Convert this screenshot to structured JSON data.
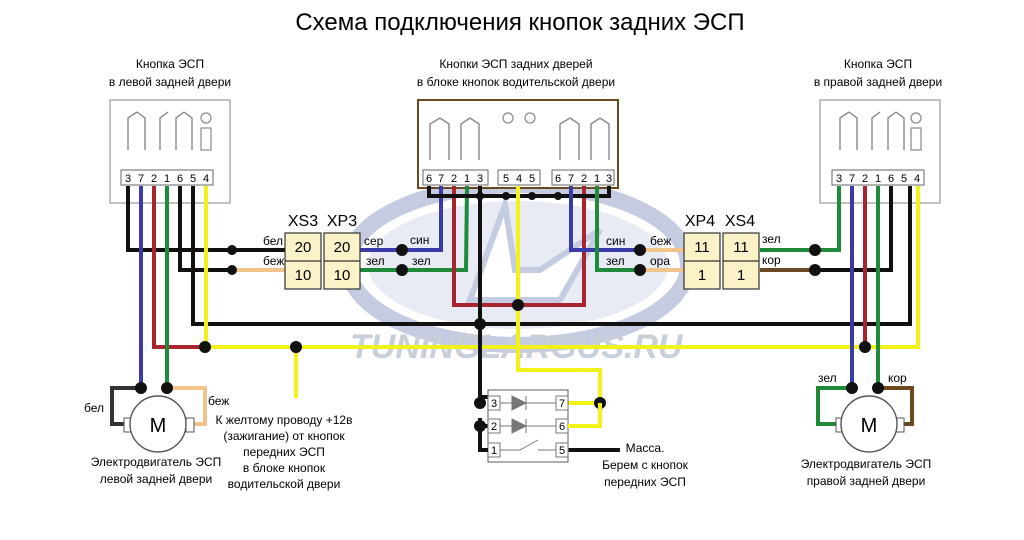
{
  "title": "Схема подключения кнопок задних ЭСП",
  "watermark": "TUNINGLARGUS.RU",
  "left_button": {
    "line1": "Кнопка ЭСП",
    "line2": "в левой задней двери",
    "pins": [
      "3",
      "7",
      "2",
      "1",
      "6",
      "5",
      "4"
    ]
  },
  "center_block": {
    "line1": "Кнопки ЭСП задних дверей",
    "line2": "в блоке кнопок водительской двери",
    "pins_left": [
      "6",
      "7",
      "2",
      "1",
      "3"
    ],
    "pins_mid": [
      "5",
      "4",
      "5"
    ],
    "pins_right": [
      "6",
      "7",
      "2",
      "1",
      "3"
    ]
  },
  "right_button": {
    "line1": "Кнопка ЭСП",
    "line2": "в правой задней двери",
    "pins": [
      "3",
      "7",
      "2",
      "1",
      "6",
      "5",
      "4"
    ]
  },
  "connectors": {
    "xs3": "XS3",
    "xp3": "XP3",
    "xp4": "XP4",
    "xs4": "XS4",
    "xs3_top": "20",
    "xs3_bot": "10",
    "xp3_top": "20",
    "xp3_bot": "10",
    "xp4_top": "11",
    "xp4_bot": "1",
    "xs4_top": "11",
    "xs4_bot": "1"
  },
  "wire_labels": {
    "bel": "бел",
    "bezh": "беж",
    "ser": "сер",
    "zel": "зел",
    "sin": "син",
    "ora": "ора",
    "kor": "кор"
  },
  "left_motor": {
    "symbol": "M",
    "line1": "Электродвигатель ЭСП",
    "line2": "левой задней двери",
    "wire_left": "бел",
    "wire_right": "беж"
  },
  "right_motor": {
    "symbol": "M",
    "line1": "Электродвигатель ЭСП",
    "line2": "правой задней двери",
    "wire_left": "зел",
    "wire_right": "кор"
  },
  "note_yellow": {
    "line1": "К желтому проводу +12в",
    "line2": "(зажигание) от кнопок",
    "line3": "передних ЭСП",
    "line4": "в блоке кнопок",
    "line5": "водительской двери"
  },
  "relay": {
    "pins_left": [
      "3",
      "2",
      "1"
    ],
    "pins_right": [
      "7",
      "6",
      "5"
    ]
  },
  "ground": {
    "line1": "Масса.",
    "line2": "Берем с кнопок",
    "line3": "передних ЭСП"
  },
  "colors": {
    "black": "#111111",
    "blue": "#3a3aa8",
    "red": "#a8242e",
    "green": "#1f8a3a",
    "yellow": "#f2f21a",
    "beige": "#f2c38a",
    "brown": "#6b4a22"
  }
}
